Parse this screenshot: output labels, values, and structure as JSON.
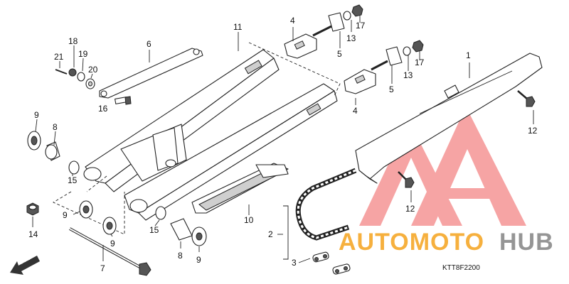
{
  "callouts": {
    "n1": "1",
    "n2": "2",
    "n3": "3",
    "n4a": "4",
    "n4b": "4",
    "n5a": "5",
    "n5b": "5",
    "n6": "6",
    "n7": "7",
    "n8a": "8",
    "n8b": "8",
    "n9a": "9",
    "n9b": "9",
    "n9c": "9",
    "n9d": "9",
    "n10": "10",
    "n11": "11",
    "n12a": "12",
    "n12b": "12",
    "n13a": "13",
    "n13b": "13",
    "n14": "14",
    "n15a": "15",
    "n15b": "15",
    "n16": "16",
    "n17a": "17",
    "n17b": "17",
    "n18": "18",
    "n19": "19",
    "n20": "20",
    "n21": "21"
  },
  "direction_label": "FR.",
  "diagram_code": "KTT8F2200",
  "watermark": {
    "word_orange": "AUTOMOTO",
    "word_grey": "HUB",
    "orange": "#f4a21c",
    "grey": "#8a8a8a",
    "logo_red": "#f05a5a"
  }
}
